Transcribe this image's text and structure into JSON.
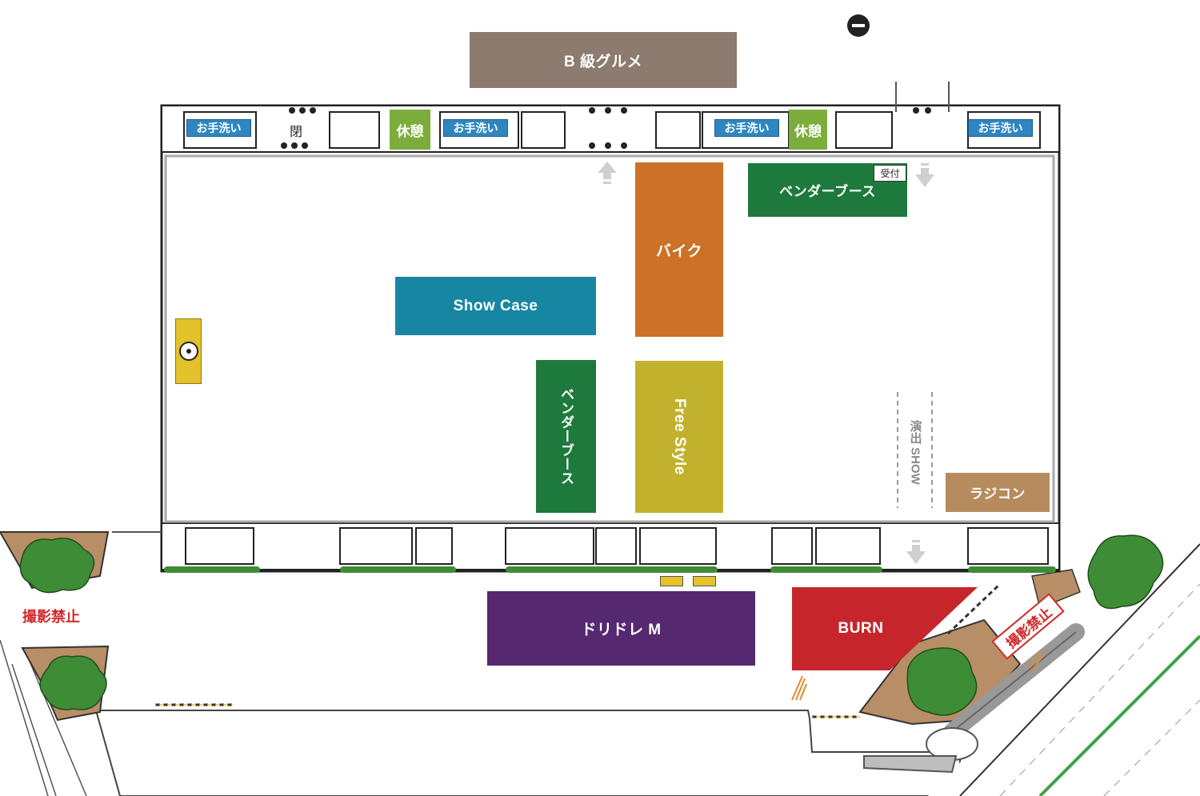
{
  "zones": {
    "b_gourmet": "B 級グルメ",
    "bike": "バイク",
    "vendor_top": "ベンダーブース",
    "reception": "受付",
    "showcase": "Show Case",
    "vendor_vertical": "ベンダーブース",
    "freestyle": "Free Style",
    "demo_show": "演出 SHOW",
    "radicon": "ラジコン",
    "dridore": "ドリドレ M",
    "burn": "BURN"
  },
  "facilities": {
    "wash1": "お手洗い",
    "wash2": "お手洗い",
    "wash3": "お手洗い",
    "wash4": "お手洗い",
    "rest1": "休憩",
    "rest2": "休憩",
    "closed": "閉"
  },
  "notices": {
    "no_photo_left": "撮影禁止",
    "no_photo_right": "撮影禁止"
  },
  "icons": {
    "smoking": "smoking-area-icon",
    "dj": "dj-booth-icon",
    "arrow_in": "arrow-up-icon",
    "arrow_out": "arrow-down-icon"
  },
  "colors": {
    "b_gourmet": "#8c7b6e",
    "bike": "#cc7127",
    "vendor": "#1e7a3c",
    "showcase": "#1786a2",
    "freestyle": "#c2b12c",
    "radicon": "#b68b5e",
    "dridore": "#55286f",
    "burn": "#c6262b",
    "dj": "#e3c22b",
    "tree": "#3f8c37",
    "soil": "#b88e66"
  }
}
